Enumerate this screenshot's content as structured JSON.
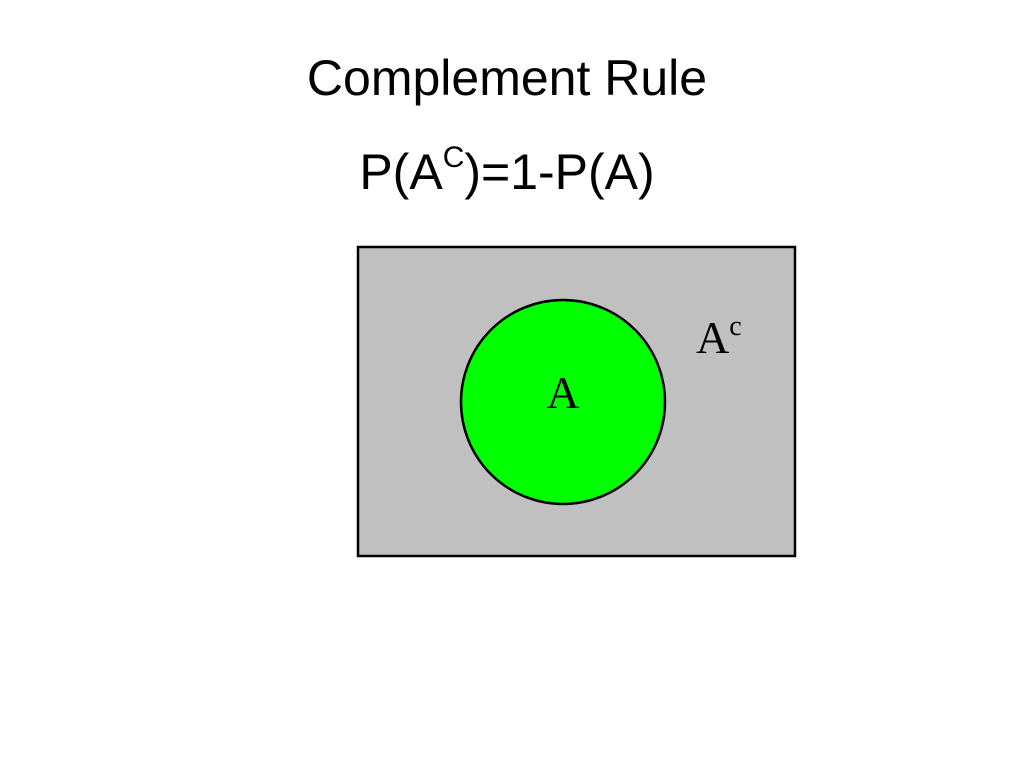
{
  "slide": {
    "title": "Complement Rule",
    "formula": {
      "prefix": "P(A",
      "superscript": "C",
      "suffix": ")=1-P(A)"
    }
  },
  "diagram": {
    "universe_fill": "#c0c0c0",
    "universe_stroke": "#000000",
    "set_fill": "#00ff00",
    "set_stroke": "#000000",
    "set_label": "A",
    "complement_label": "A",
    "complement_superscript": "c"
  }
}
